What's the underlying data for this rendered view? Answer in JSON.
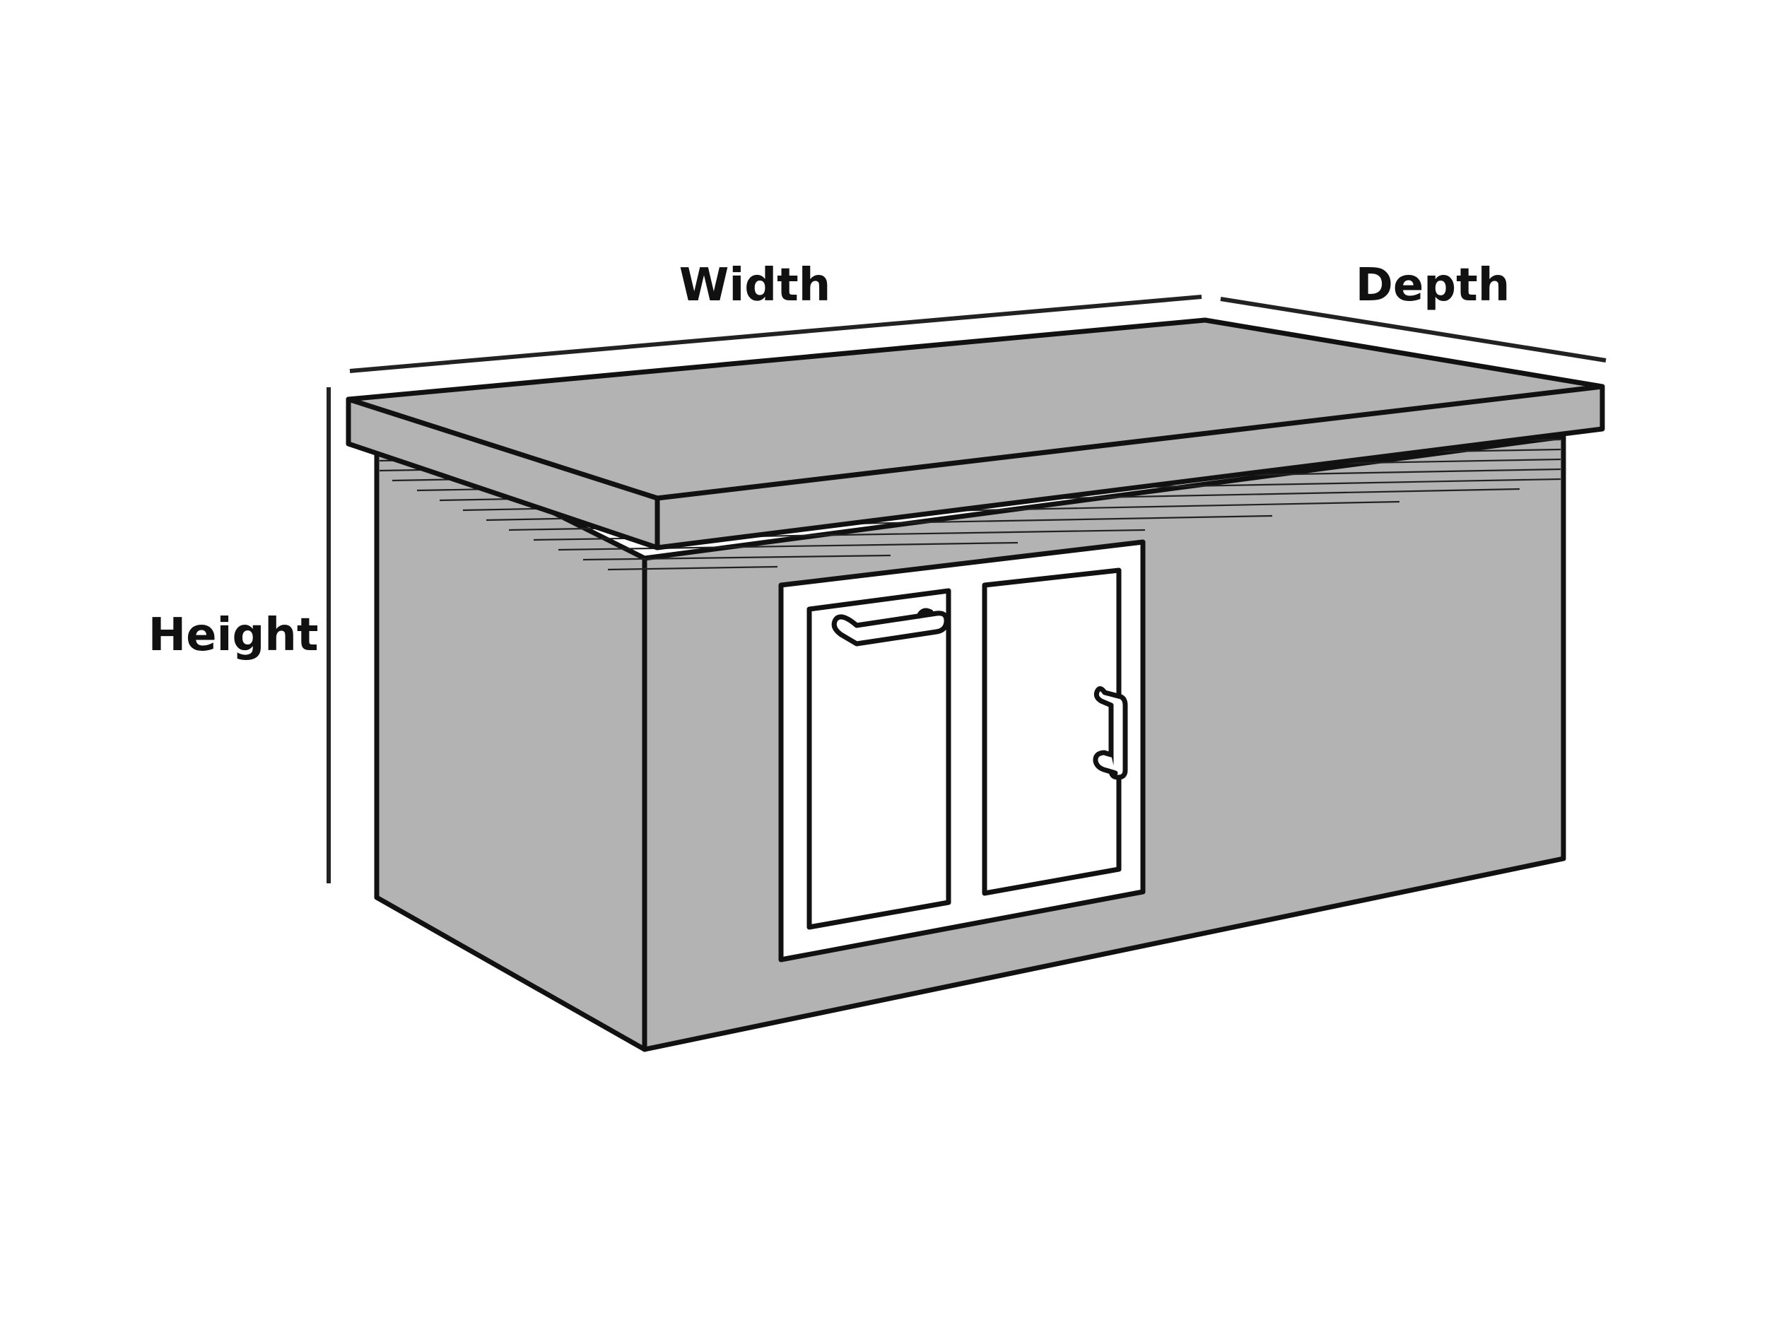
{
  "labels": {
    "width": "Width",
    "depth": "Depth",
    "height": "Height"
  },
  "colors": {
    "fill": "#b3b3b3",
    "stroke": "#111111",
    "panel": "#ffffff",
    "background": "#ffffff"
  },
  "object": "outdoor kitchen island with double access doors"
}
